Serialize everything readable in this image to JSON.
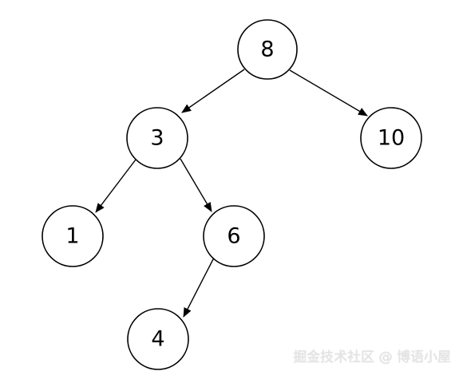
{
  "tree": {
    "nodes": [
      {
        "id": "n8",
        "label": "8"
      },
      {
        "id": "n3",
        "label": "3"
      },
      {
        "id": "n10",
        "label": "10"
      },
      {
        "id": "n1",
        "label": "1"
      },
      {
        "id": "n6",
        "label": "6"
      },
      {
        "id": "n4",
        "label": "4"
      }
    ],
    "edges": [
      {
        "from": "n8",
        "to": "n3"
      },
      {
        "from": "n8",
        "to": "n10"
      },
      {
        "from": "n3",
        "to": "n1"
      },
      {
        "from": "n3",
        "to": "n6"
      },
      {
        "from": "n6",
        "to": "n4"
      }
    ]
  },
  "watermark": "掘金技术社区 @ 博语小屋",
  "colors": {
    "stroke": "#000000",
    "fill": "#ffffff",
    "watermark": "#e6e6e6"
  }
}
